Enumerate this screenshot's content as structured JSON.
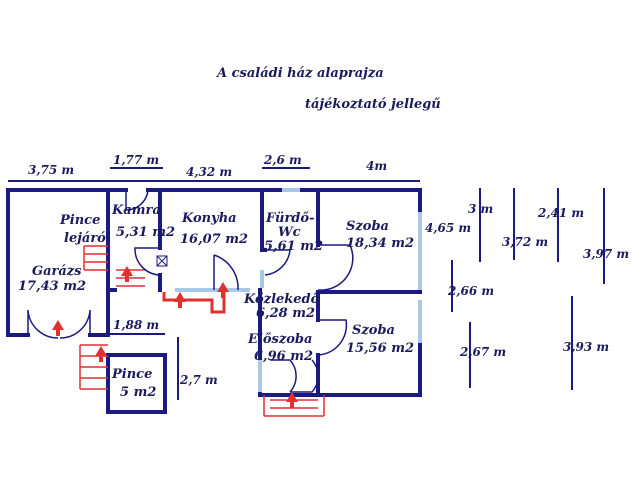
{
  "title": "A családi ház alaprajza",
  "subtitle": "tájékoztató jellegű",
  "rooms": {
    "pince_lejaro_1": "Pince",
    "pince_lejaro_2": "lejáró",
    "garazs_1": "Garázs",
    "garazs_2": "17,43 m2",
    "kamra_1": "Kamra",
    "kamra_2": "5,31 m2",
    "konyha_1": "Konyha",
    "konyha_2": "16,07 m2",
    "furdo_1": "Fürdő-",
    "furdo_2": "Wc",
    "furdo_3": "5,61 m2",
    "szoba1_1": "Szoba",
    "szoba1_2": "18,34 m2",
    "kozlekedo_1": "Közlekedő",
    "kozlekedo_2": "6,28 m2",
    "eloszoba_1": "Előszoba",
    "eloszoba_2": "6,96 m2",
    "szoba2_1": "Szoba",
    "szoba2_2": "15,56 m2",
    "pince_1": "Pince",
    "pince_2": "5 m2"
  },
  "dimensions": {
    "d375": "3,75 m",
    "d177": "1,77 m",
    "d432": "4,32 m",
    "d26": "2,6 m",
    "d4": "4m",
    "d3": "3 m",
    "d465": "4,65 m",
    "d241": "2,41 m",
    "d372": "3,72 m",
    "d397": "3,97 m",
    "d266": "2,66 m",
    "d188": "1,88 m",
    "d27": "2,7 m",
    "d267": "2,67 m",
    "d393": "3,93 m"
  },
  "colors": {
    "wall": "#1a1a80",
    "text": "#1a1a5e",
    "window": "#a8c8e8",
    "stair": "#e03030",
    "door": "#1a1a80"
  }
}
